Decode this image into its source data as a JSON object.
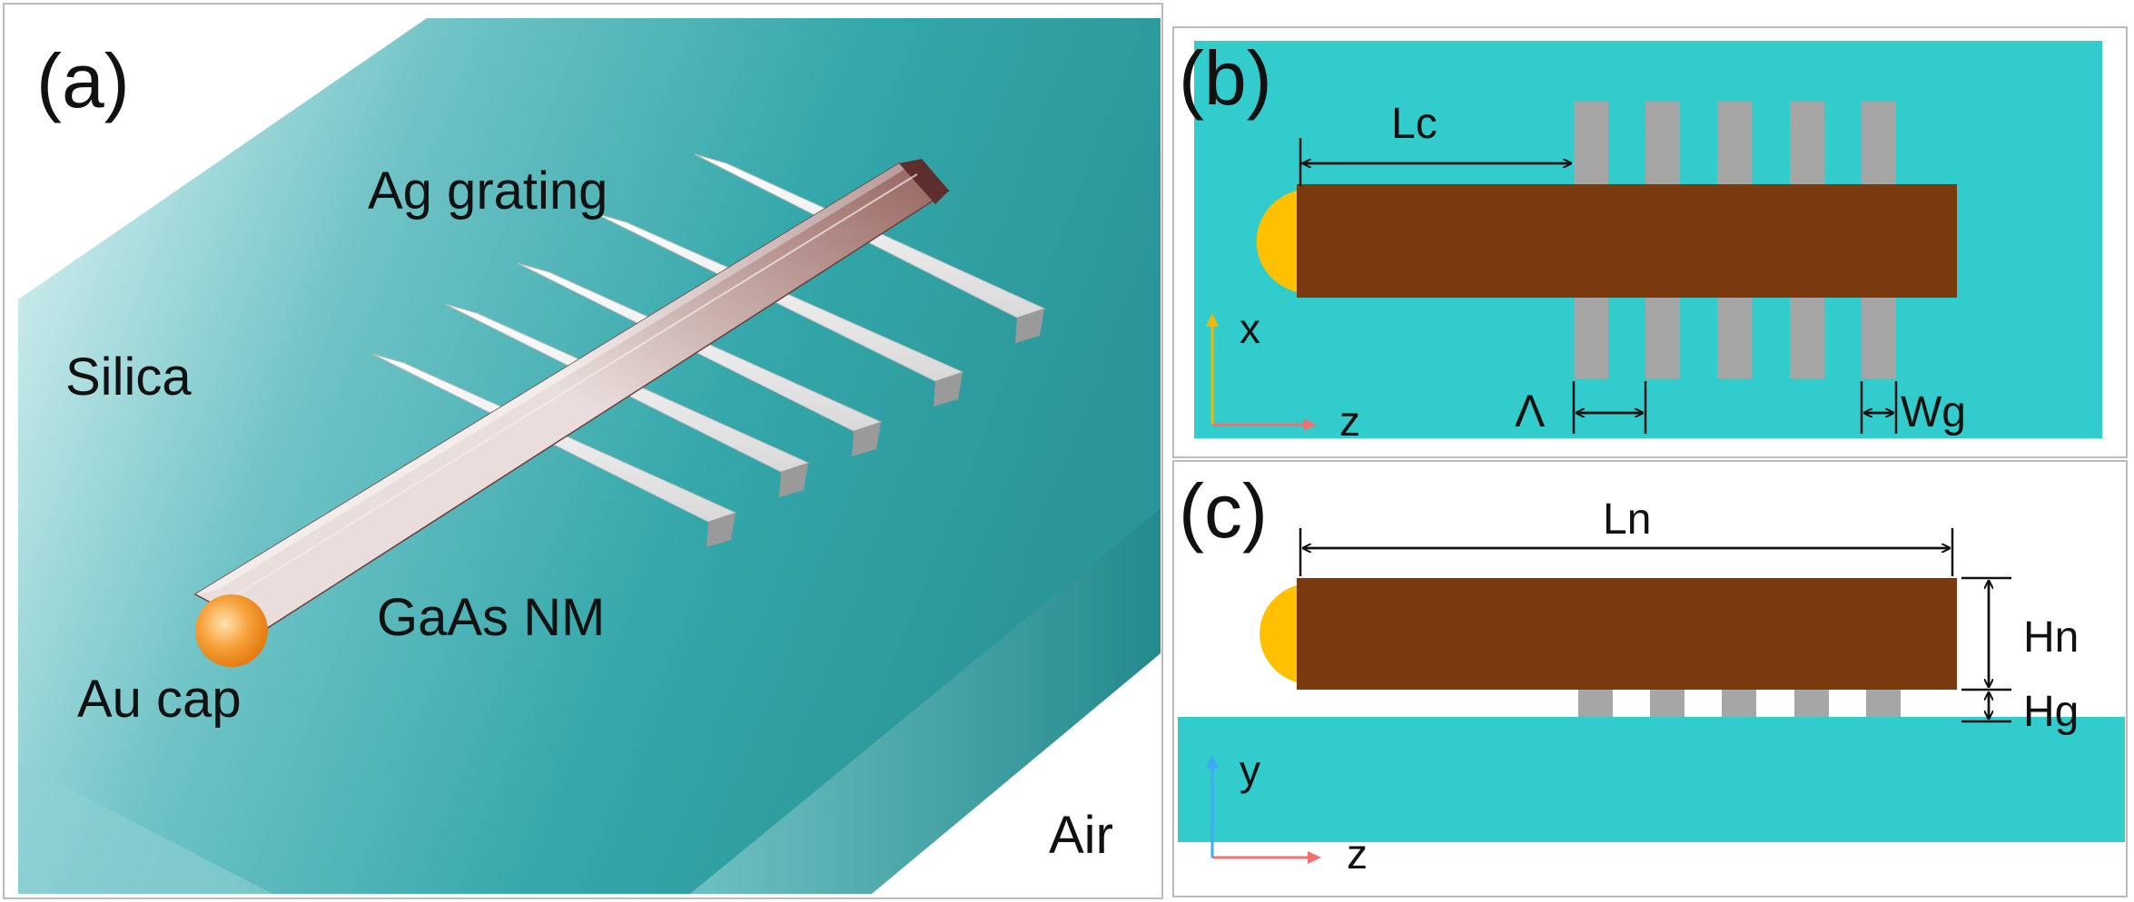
{
  "panel_a": {
    "panel_label": "(a)",
    "labels": {
      "ag_grating": "Ag grating",
      "silica": "Silica",
      "gaas_nm": "GaAs NM",
      "au_cap": "Au cap",
      "air": "Air"
    }
  },
  "panel_b": {
    "panel_label": "(b)",
    "labels": {
      "lc": "Lc",
      "period": "Λ",
      "wg": "Wg",
      "axis_x": "x",
      "axis_z": "z"
    }
  },
  "panel_c": {
    "panel_label": "(c)",
    "labels": {
      "ln": "Ln",
      "hn": "Hn",
      "hg": "Hg",
      "axis_y": "y",
      "axis_z": "z"
    }
  },
  "colors": {
    "substrate_cyan": "#33CCCC",
    "substrate_3d": "#2FA3A6",
    "nanowire_brown": "#7B3A0E",
    "grating_gray": "#A6A6A6",
    "au_yellow": "#FFC000",
    "axis_red": "#F07070",
    "axis_yellow": "#F2B705",
    "axis_blue": "#3FA9F5"
  }
}
